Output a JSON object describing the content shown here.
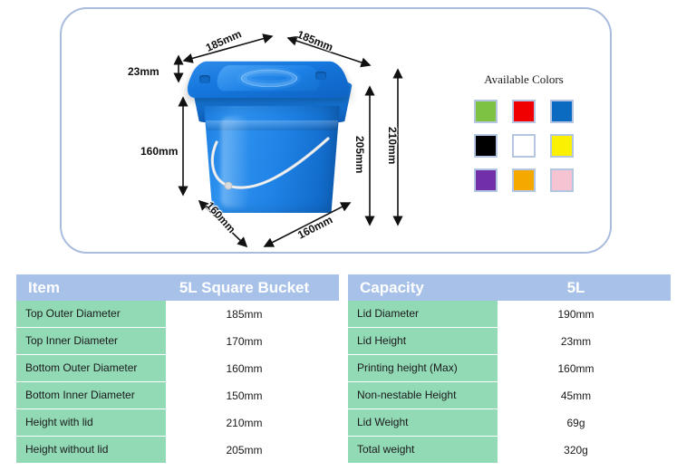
{
  "product_panel": {
    "illustration": {
      "alt": "blue square plastic bucket with lid and metal handle",
      "dimension_labels": [
        {
          "id": "top-left",
          "text": "185mm"
        },
        {
          "id": "top-right",
          "text": "185mm"
        },
        {
          "id": "lid-height",
          "text": "23mm"
        },
        {
          "id": "body-height",
          "text": "160mm"
        },
        {
          "id": "height-no-lid",
          "text": "205mm"
        },
        {
          "id": "height-with-lid",
          "text": "210mm"
        },
        {
          "id": "bottom-left",
          "text": "160mm"
        },
        {
          "id": "bottom-right",
          "text": "160mm"
        }
      ]
    },
    "colors": {
      "title": "Available Colors",
      "swatches": [
        {
          "name": "green",
          "hex": "#7DC242"
        },
        {
          "name": "red",
          "hex": "#F00000"
        },
        {
          "name": "blue",
          "hex": "#0A6BC0"
        },
        {
          "name": "black",
          "hex": "#000000"
        },
        {
          "name": "white",
          "hex": "#FFFFFF"
        },
        {
          "name": "yellow",
          "hex": "#FBF000"
        },
        {
          "name": "purple",
          "hex": "#7230A8"
        },
        {
          "name": "orange",
          "hex": "#F5A800"
        },
        {
          "name": "pink",
          "hex": "#F5C3D2"
        }
      ]
    }
  },
  "spec_table": {
    "left": {
      "header": {
        "label": "Item",
        "value": "5L Square Bucket"
      },
      "rows": [
        {
          "label": "Top Outer Diameter",
          "value": "185mm"
        },
        {
          "label": "Top Inner Diameter",
          "value": "170mm"
        },
        {
          "label": "Bottom Outer Diameter",
          "value": "160mm"
        },
        {
          "label": "Bottom Inner Diameter",
          "value": "150mm"
        },
        {
          "label": "Height with lid",
          "value": "210mm"
        },
        {
          "label": "Height without lid",
          "value": "205mm"
        }
      ]
    },
    "right": {
      "header": {
        "label": "Capacity",
        "value": "5L"
      },
      "rows": [
        {
          "label": "Lid Diameter",
          "value": "190mm"
        },
        {
          "label": "Lid Height",
          "value": "23mm"
        },
        {
          "label": "Printing height (Max)",
          "value": "160mm"
        },
        {
          "label": "Non-nestable Height",
          "value": "45mm"
        },
        {
          "label": "Lid Weight",
          "value": "69g"
        },
        {
          "label": "Total weight",
          "value": "320g"
        }
      ]
    }
  },
  "theme": {
    "header_blue": "#A7C1E8",
    "row_green": "#92D9B5",
    "panel_border": "#A9BCDD",
    "bucket_blue": "#1A7CE0"
  }
}
